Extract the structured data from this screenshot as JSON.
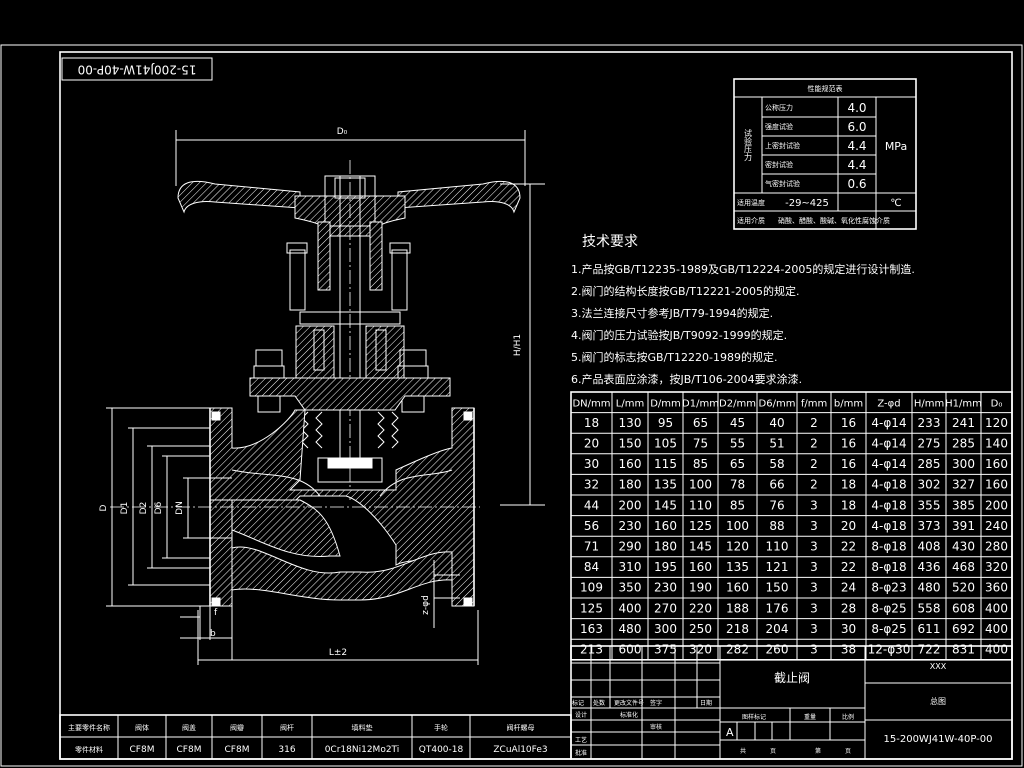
{
  "drawing_code_rotated": "15-200J41W-40P-00",
  "dimensions": {
    "d0": "D₀",
    "h_h1": "H/H1",
    "d": "D",
    "d1": "D1",
    "d2": "D2",
    "d6": "D6",
    "dn": "DN",
    "f": "f",
    "b": "b",
    "l": "L±2",
    "z_d": "z-φd"
  },
  "perf_table": {
    "title": "性能规范表",
    "group_label": "试验压力",
    "rows": [
      {
        "label": "公称压力",
        "value": "4.0"
      },
      {
        "label": "强度试验",
        "value": "6.0"
      },
      {
        "label": "上密封试验",
        "value": "4.4"
      },
      {
        "label": "密封试验",
        "value": "4.4"
      },
      {
        "label": "气密封试验",
        "value": "0.6"
      }
    ],
    "unit": "MPa",
    "temp_label": "适用温度",
    "temp_value": "-29~425",
    "temp_unit": "℃",
    "media_label": "适用介质",
    "media_value": "硝酸、醋酸、酸碱、氧化性腐蚀介质"
  },
  "tech_req": {
    "title": "技术要求",
    "items": [
      "1.产品按GB/T12235-1989及GB/T12224-2005的规定进行设计制造.",
      "2.阀门的结构长度按GB/T12221-2005的规定.",
      "3.法兰连接尺寸参考JB/T79-1994的规定.",
      "4.阀门的压力试验按JB/T9092-1999的规定.",
      "5.阀门的标志按GB/T12220-1989的规定.",
      "6.产品表面应涂漆，按JB/T106-2004要求涂漆."
    ]
  },
  "dim_table": {
    "headers": [
      "DN/mm",
      "L/mm",
      "D/mm",
      "D1/mm",
      "D2/mm",
      "D6/mm",
      "f/mm",
      "b/mm",
      "Z-φd",
      "H/mm",
      "H1/mm",
      "D₀"
    ],
    "rows": [
      [
        "18",
        "130",
        "95",
        "65",
        "45",
        "40",
        "2",
        "16",
        "4-φ14",
        "233",
        "241",
        "120"
      ],
      [
        "20",
        "150",
        "105",
        "75",
        "55",
        "51",
        "2",
        "16",
        "4-φ14",
        "275",
        "285",
        "140"
      ],
      [
        "30",
        "160",
        "115",
        "85",
        "65",
        "58",
        "2",
        "16",
        "4-φ14",
        "285",
        "300",
        "160"
      ],
      [
        "32",
        "180",
        "135",
        "100",
        "78",
        "66",
        "2",
        "18",
        "4-φ18",
        "302",
        "327",
        "160"
      ],
      [
        "44",
        "200",
        "145",
        "110",
        "85",
        "76",
        "3",
        "18",
        "4-φ18",
        "355",
        "385",
        "200"
      ],
      [
        "56",
        "230",
        "160",
        "125",
        "100",
        "88",
        "3",
        "20",
        "4-φ18",
        "373",
        "391",
        "240"
      ],
      [
        "71",
        "290",
        "180",
        "145",
        "120",
        "110",
        "3",
        "22",
        "8-φ18",
        "408",
        "430",
        "280"
      ],
      [
        "84",
        "310",
        "195",
        "160",
        "135",
        "121",
        "3",
        "22",
        "8-φ18",
        "436",
        "468",
        "320"
      ],
      [
        "109",
        "350",
        "230",
        "190",
        "160",
        "150",
        "3",
        "24",
        "8-φ23",
        "480",
        "520",
        "360"
      ],
      [
        "125",
        "400",
        "270",
        "220",
        "188",
        "176",
        "3",
        "28",
        "8-φ25",
        "558",
        "608",
        "400"
      ],
      [
        "163",
        "480",
        "300",
        "250",
        "218",
        "204",
        "3",
        "30",
        "8-φ25",
        "611",
        "692",
        "400"
      ],
      [
        "213",
        "600",
        "375",
        "320",
        "282",
        "260",
        "3",
        "38",
        "12-φ30",
        "722",
        "831",
        "400"
      ]
    ]
  },
  "title_block": {
    "product_name": "截止阀",
    "xxx": "XXX",
    "drawing_type": "总图",
    "drawing_number": "15-200WJ41W-40P-00",
    "mark_a": "A",
    "labels_small": [
      "标记",
      "处数",
      "更改文件号",
      "签字",
      "日期",
      "设计",
      "标准化",
      "审核",
      "工艺",
      "批准",
      "图样标记",
      "重量",
      "比例",
      "共",
      "页",
      "第",
      "页"
    ]
  },
  "materials": {
    "headers": [
      "主要零件名称",
      "阀体",
      "阀盖",
      "阀瓣",
      "阀杆",
      "填料垫",
      "手轮",
      "阀杆螺母"
    ],
    "values": [
      "零件材料",
      "CF8M",
      "CF8M",
      "CF8M",
      "316",
      "0Cr18Ni12Mo2Ti",
      "QT400-18",
      "ZCuAl10Fe3"
    ]
  }
}
